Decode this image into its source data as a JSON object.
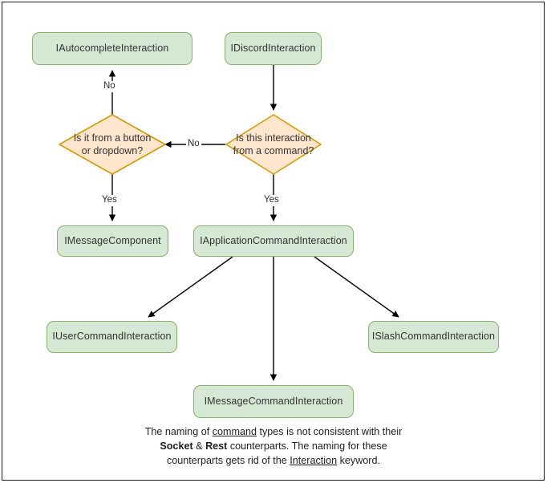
{
  "diagram": {
    "title": "Discord interaction type hierarchy flowchart",
    "colors": {
      "process_fill": "#d5e8d4",
      "process_stroke": "#82b366",
      "decision_fill": "#ffe6cc",
      "decision_stroke": "#d79b00",
      "edge_stroke": "#000000",
      "frame_stroke": "#1d1d1d",
      "background": "#ffffff",
      "text": "#333333"
    },
    "nodes": {
      "autocomplete": "IAutocompleteInteraction",
      "discord": "IDiscordInteraction",
      "decision_button": "Is it from a button or dropdown?",
      "decision_command": "Is this interaction from a command?",
      "message_component": "IMessageComponent",
      "application_command": "IApplicationCommandInteraction",
      "user_command": "IUserCommandInteraction",
      "slash_command": "ISlashCommandInteraction",
      "message_command": "IMessageCommandInteraction"
    },
    "edge_labels": {
      "no_up": "No",
      "no_left": "No",
      "yes_left": "Yes",
      "yes_right": "Yes"
    },
    "caption": {
      "line1_a": "The naming of ",
      "line1_b": "command",
      "line1_c": " types is not consistent with their",
      "line2_a": "Socket",
      "line2_b": " & ",
      "line2_c": "Rest",
      "line2_d": " counterparts. The naming for these",
      "line3_a": "counterparts gets rid of the ",
      "line3_b": "Interaction",
      "line3_c": " keyword."
    }
  }
}
